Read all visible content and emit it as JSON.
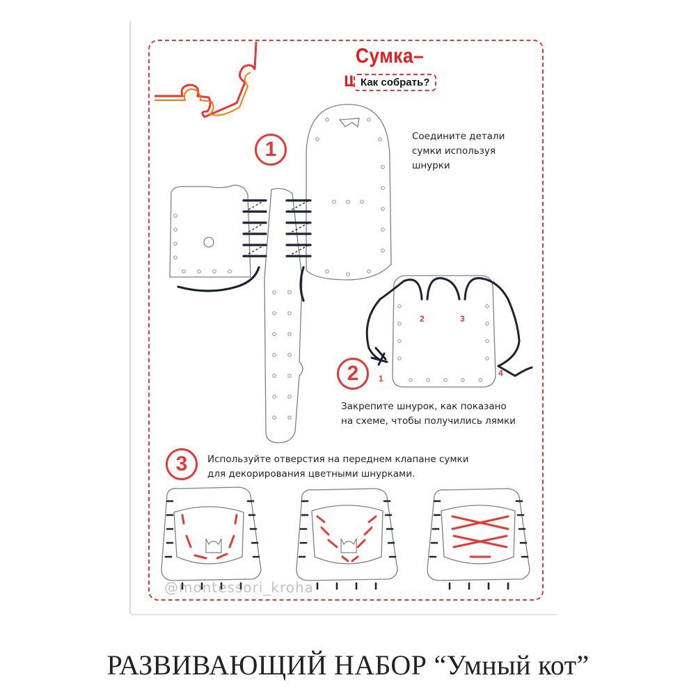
{
  "title": "Сумка–шнуровка",
  "subtitle": "Как собрать?",
  "steps": [
    {
      "number": "1",
      "text_lines": [
        "Соедините детали",
        "сумки используя",
        "шнурки"
      ]
    },
    {
      "number": "2",
      "text_lines": [
        "Закрепите шнурок, как показано",
        "на схеме, чтобы получились лямки"
      ]
    },
    {
      "number": "3",
      "text_lines": [
        "Используйте отверстия на переднем клапане сумки",
        "для декорирования цветными шнурками."
      ]
    }
  ],
  "diagram_labels": [
    "1",
    "2",
    "3",
    "4"
  ],
  "watermark": "@montessori_kroha",
  "caption": "РАЗВИВАЮЩИЙ НАБОР “Умный кот”",
  "colors": {
    "accent": "#e53935",
    "lace": "#1b2333",
    "outline": "#7a7f8c"
  }
}
